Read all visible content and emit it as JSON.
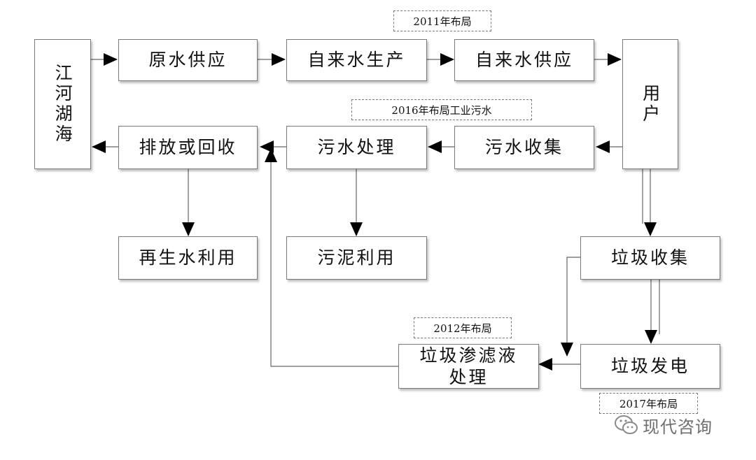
{
  "nodes": {
    "jiang_he_hu_hai": "江河湖海",
    "yuan_shui_gong_ying": "原水供应",
    "zi_lai_shui_sheng_chan": "自来水生产",
    "zi_lai_shui_gong_ying": "自来水供应",
    "yong_hu": "用户",
    "wu_shui_shou_ji": "污水收集",
    "wu_shui_chu_li": "污水处理",
    "pai_fang_huo_hui_shou": "排放或回收",
    "zai_sheng_shui_li_yong": "再生水利用",
    "wu_ni_li_yong": "污泥利用",
    "la_ji_shou_ji": "垃圾收集",
    "la_ji_fa_dian": "垃圾发电",
    "la_ji_shen_lv_ye_chu_li_line1": "垃圾渗滤液",
    "la_ji_shen_lv_ye_chu_li_line2": "处理"
  },
  "tags": {
    "tag_2011": "2011年布局",
    "tag_2016": "2016年布局工业污水",
    "tag_2012": "2012年布局",
    "tag_2017": "2017年布局"
  },
  "watermark": {
    "icon": "wechat-icon",
    "text": "现代咨询"
  }
}
